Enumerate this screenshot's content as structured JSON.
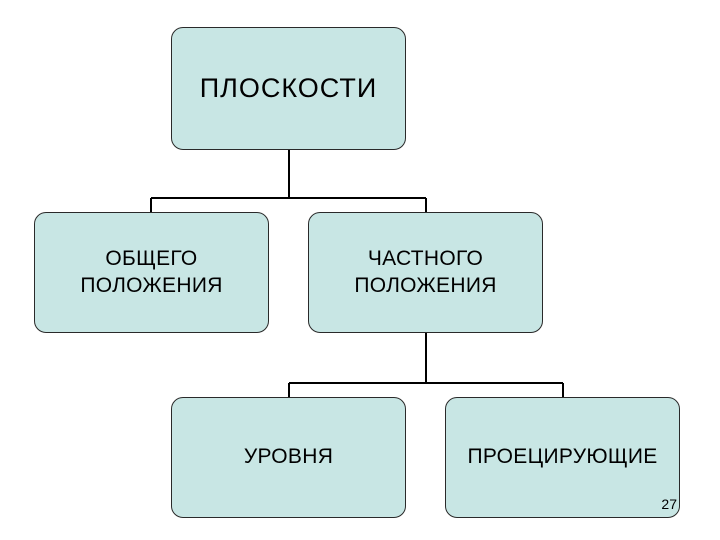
{
  "diagram": {
    "root": {
      "label": "ПЛОСКОСТИ"
    },
    "level1": [
      {
        "label": "ОБЩЕГО\nПОЛОЖЕНИЯ"
      },
      {
        "label": "ЧАСТНОГО\nПОЛОЖЕНИЯ"
      }
    ],
    "level2": [
      {
        "label": "УРОВНЯ"
      },
      {
        "label": "ПРОЕЦИРУЮЩИЕ"
      }
    ],
    "colors": {
      "box_fill": "#c8e6e4",
      "line": "#000000"
    }
  },
  "footer": {
    "page_number": "27"
  }
}
